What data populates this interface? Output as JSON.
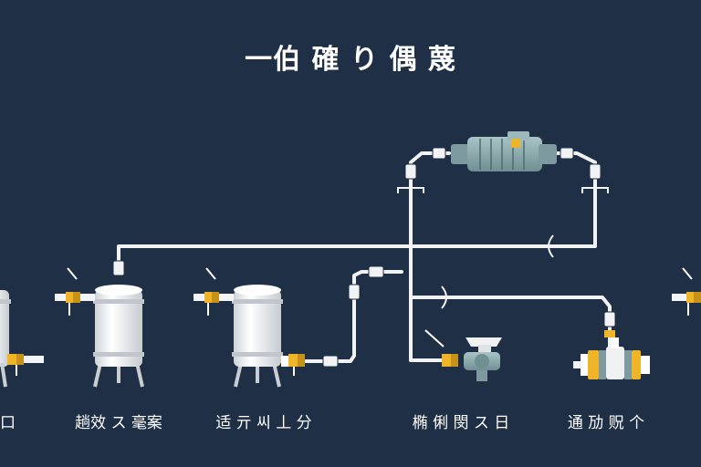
{
  "title": "一伯 確 り 偶 蔑",
  "labels": {
    "left_edge": "口",
    "tank_1": "趟效 ス 毫案",
    "tank_2": "适 亓 씨 丄 分",
    "pump_unit": "椭 俐 閔 ス 日",
    "valve_unit": "通 劢 贶 个"
  },
  "colors": {
    "background": "#1f2f45",
    "pipe": "#f2f3f5",
    "tank": "#eceef0",
    "equipment": "#8aa8ab",
    "fitting": "#f0b429"
  }
}
